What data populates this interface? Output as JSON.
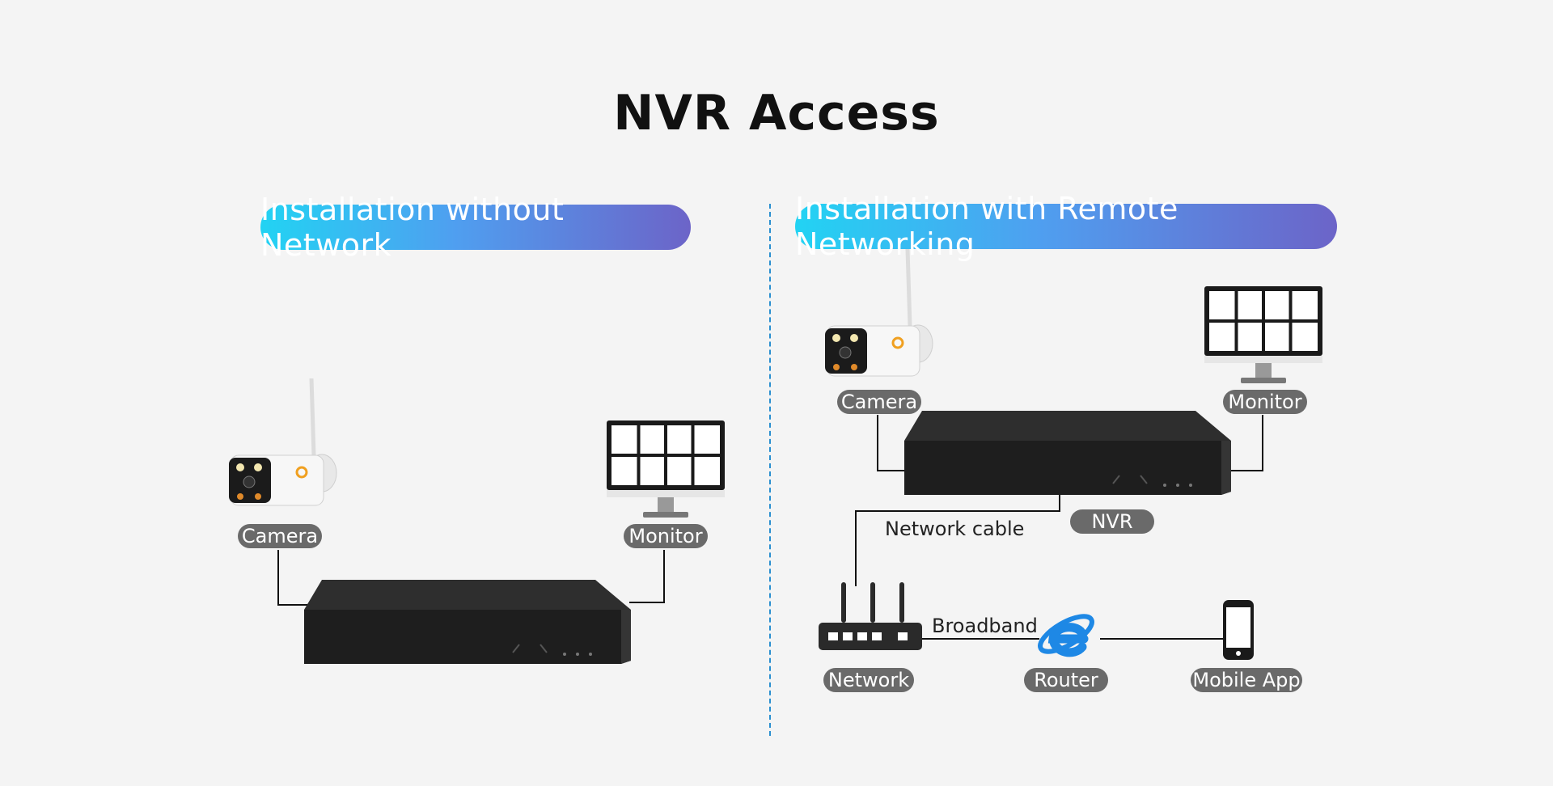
{
  "title": "NVR Access",
  "left": {
    "heading": "Installation without Network",
    "labels": {
      "camera": "Camera",
      "monitor": "Monitor"
    }
  },
  "right": {
    "heading": "Installation with Remote Networking",
    "labels": {
      "camera": "Camera",
      "monitor": "Monitor",
      "nvr": "NVR",
      "network_cable": "Network cable",
      "broadband": "Broadband",
      "network": "Network",
      "router": "Router",
      "mobile_app": "Mobile App"
    }
  },
  "colors": {
    "pill_gradient": [
      "#22d3f3",
      "#4f9ff0",
      "#6c64c8"
    ],
    "tag_bg": "#6a6a6a",
    "divider": "#2a8fd0",
    "router_icon": "#1e88e5"
  },
  "icons": [
    "camera-icon",
    "monitor-icon",
    "nvr-icon",
    "network-icon",
    "router-icon",
    "mobile-phone-icon"
  ]
}
